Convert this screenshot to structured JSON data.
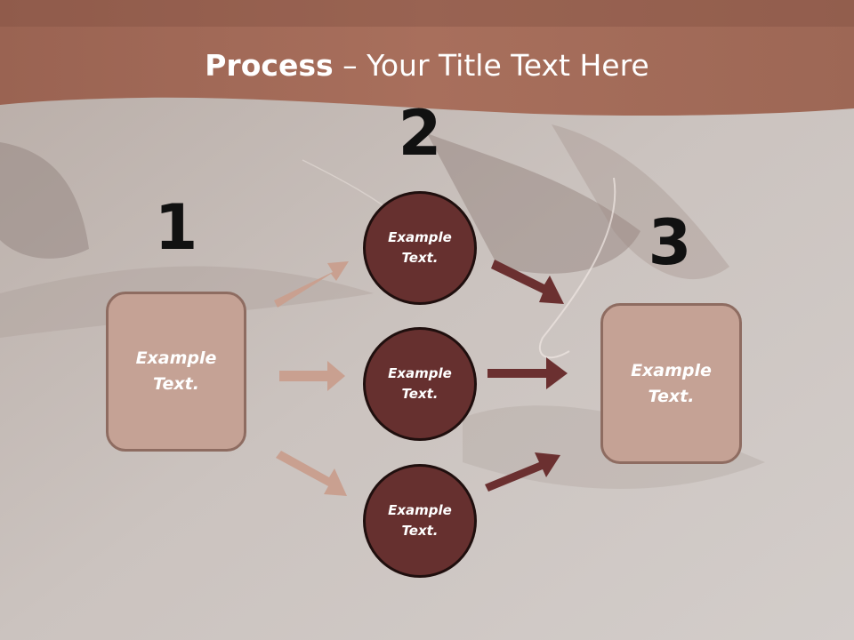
{
  "title": {
    "bold": "Process",
    "rest": " – Your Title Text Here"
  },
  "numbers": [
    "1",
    "2",
    "3"
  ],
  "steps": {
    "left_box": "Example Text.",
    "circles": [
      "Example Text.",
      "Example Text.",
      "Example Text."
    ],
    "right_box": "Example Text."
  },
  "colors": {
    "header_band": "#a8705e",
    "light_arrow": "#c9a090",
    "dark_arrow": "#6b3030",
    "box_fill": "#c5a295",
    "circle_fill": "#66302f"
  }
}
